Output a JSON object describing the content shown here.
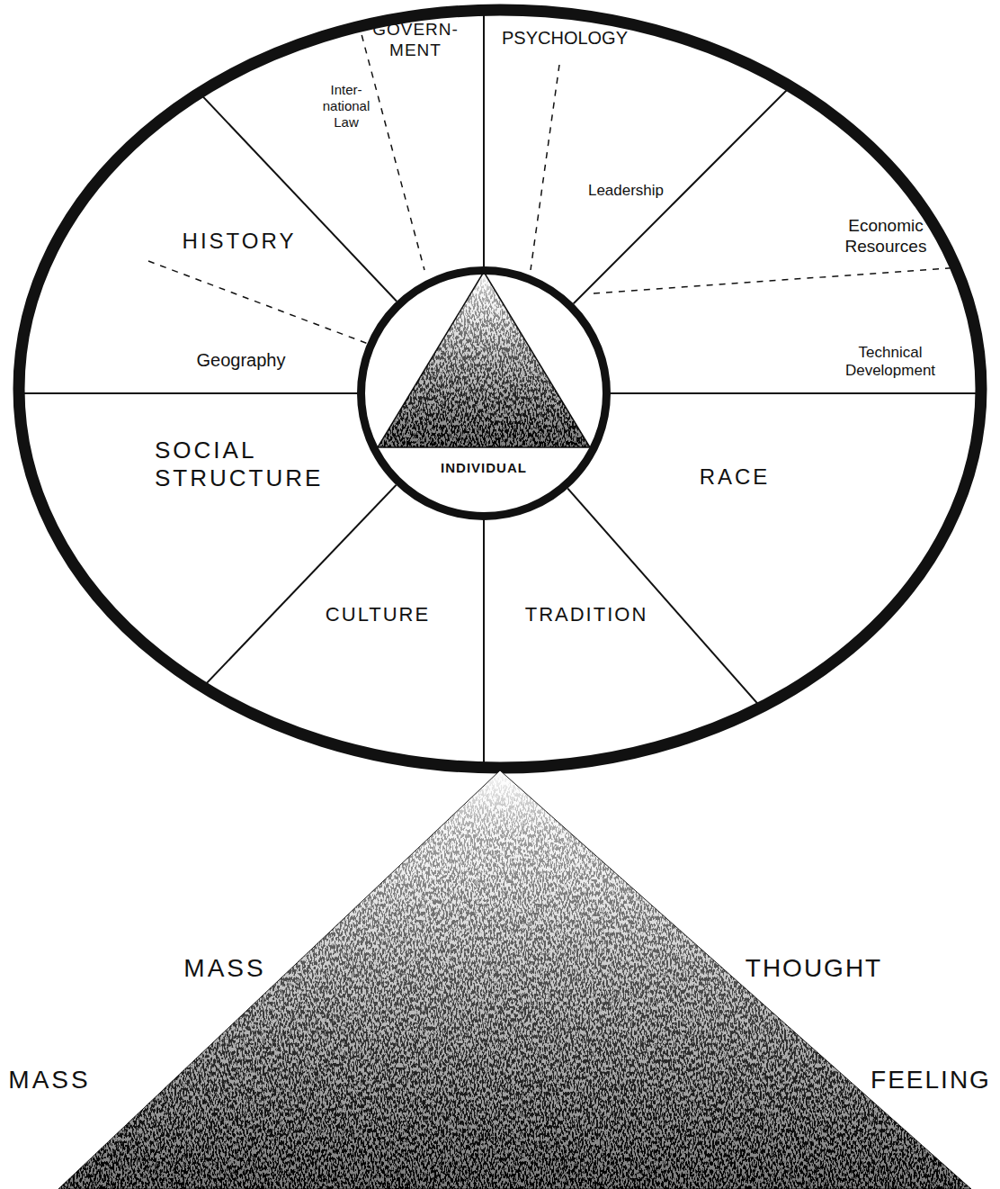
{
  "diagram": {
    "nodes": [
      {
        "text": [
          "GOVERN- MENT",
          "Inter- national Law"
        ]
      },
      {
        "text": [
          "PSYCHOLOGY",
          "Leadership"
        ]
      },
      {
        "text": [
          "HISTORY",
          "Geography"
        ]
      },
      {
        "text": [
          "Economic Resources",
          "Technical Development"
        ]
      },
      {
        "text": [
          "INDIVIDUAL"
        ]
      },
      {
        "text": [
          "SOCIAL STRUCTURE"
        ]
      },
      {
        "text": [
          "RACE"
        ]
      },
      {
        "text": [
          "CULTURE"
        ]
      },
      {
        "text": [
          "TRADITION"
        ]
      }
    ],
    "labels": [
      "MASS",
      "THOUGHT",
      "MASS",
      "FEELING"
    ]
  }
}
